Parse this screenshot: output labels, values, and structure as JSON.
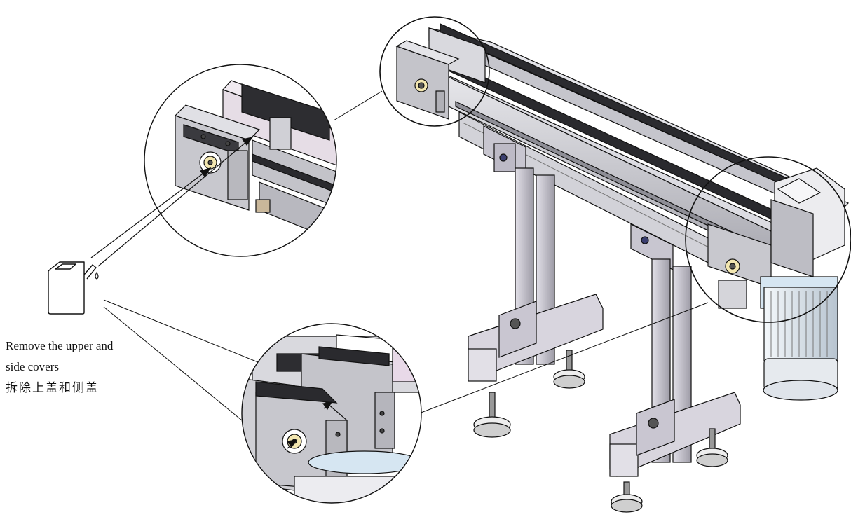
{
  "caption": {
    "en_line1": "Remove the upper and",
    "en_line2": "side covers",
    "zh": "拆除上盖和侧盖"
  },
  "icons": {
    "oil_can": "oil-can-icon",
    "oil_drop": "oil-drop-icon"
  },
  "colors": {
    "outline": "#111111",
    "frame": "#c9c9cf",
    "frame_shade": "#9a9aa2",
    "belt": "#2a2a2e",
    "motor": "#d6e6f2",
    "highlight": "#e8d9e8",
    "bearing": "#f2e6b0"
  }
}
